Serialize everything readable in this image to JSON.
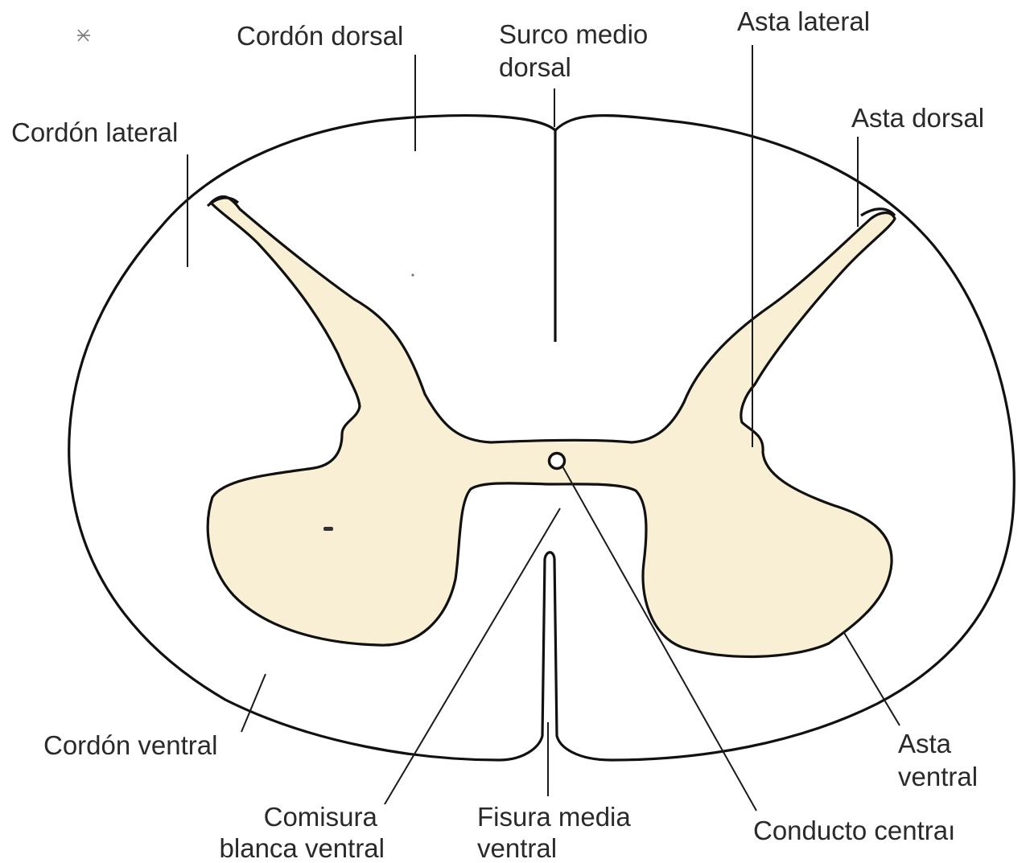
{
  "diagram": {
    "colors": {
      "grey_matter": "#f8efd4",
      "white_matter": "#ffffff",
      "outline": "#111111",
      "text": "#2a2a2a"
    },
    "labels": {
      "cordon_dorsal": "Cordón dorsal",
      "surco_medio_dorsal": [
        "Surco medio",
        "dorsal"
      ],
      "asta_lateral": "Asta lateral",
      "asta_dorsal": "Asta dorsal",
      "cordon_lateral": "Cordón lateral",
      "cordon_ventral": "Cordón ventral",
      "asta_ventral": [
        "Asta",
        "ventral"
      ],
      "comisura_blanca_ventral": [
        "Comisura",
        "blanca ventral"
      ],
      "fisura_media_ventral": [
        "Fisura media",
        "ventral"
      ],
      "conducto_central": "Conducto centraı"
    }
  }
}
